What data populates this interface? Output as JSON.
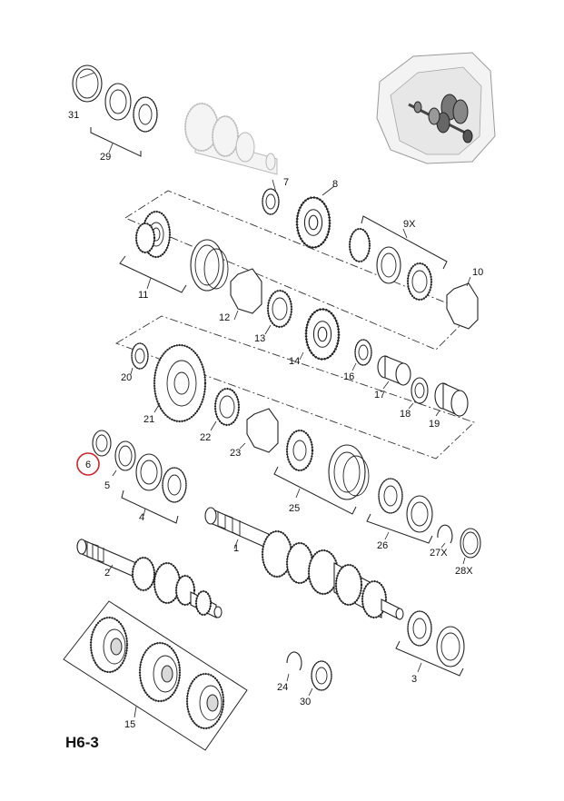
{
  "diagram": {
    "title": "H6-3",
    "highlight_color": "#d0242b",
    "callouts": {
      "c1": "1",
      "c2": "2",
      "c3": "3",
      "c4": "4",
      "c5": "5",
      "c6": "6",
      "c7": "7",
      "c8": "8",
      "c9x": "9X",
      "c10": "10",
      "c11": "11",
      "c12": "12",
      "c13": "13",
      "c14": "14",
      "c15": "15",
      "c16": "16",
      "c17": "17",
      "c18": "18",
      "c19": "19",
      "c20": "20",
      "c21": "21",
      "c22": "22",
      "c23": "23",
      "c24": "24",
      "c25": "25",
      "c26": "26",
      "c27x": "27X",
      "c28x": "28X",
      "c29": "29",
      "c30": "30",
      "c31": "31"
    },
    "highlighted_callout": "6"
  }
}
